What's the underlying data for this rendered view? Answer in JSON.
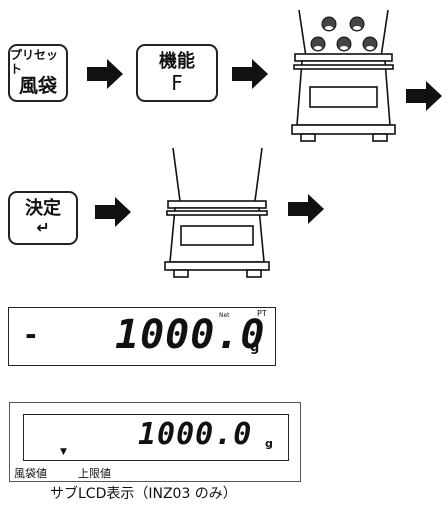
{
  "keys": {
    "preset": {
      "line1": "プリセット",
      "line2": "風袋"
    },
    "function": {
      "line1": "機能",
      "line2": "F"
    },
    "enter": {
      "line1": "決定",
      "line2": "↵"
    }
  },
  "lcd_main": {
    "sign": "-",
    "value": "1000.0",
    "unit": "g",
    "net_label": "Net",
    "pt_label": "PT"
  },
  "lcd_sub": {
    "value": "1000.0",
    "unit": "g",
    "marker": "▼",
    "label_tare": "風袋値",
    "label_upper": "上限値",
    "caption": "サブLCD表示（INZ03 のみ）"
  }
}
